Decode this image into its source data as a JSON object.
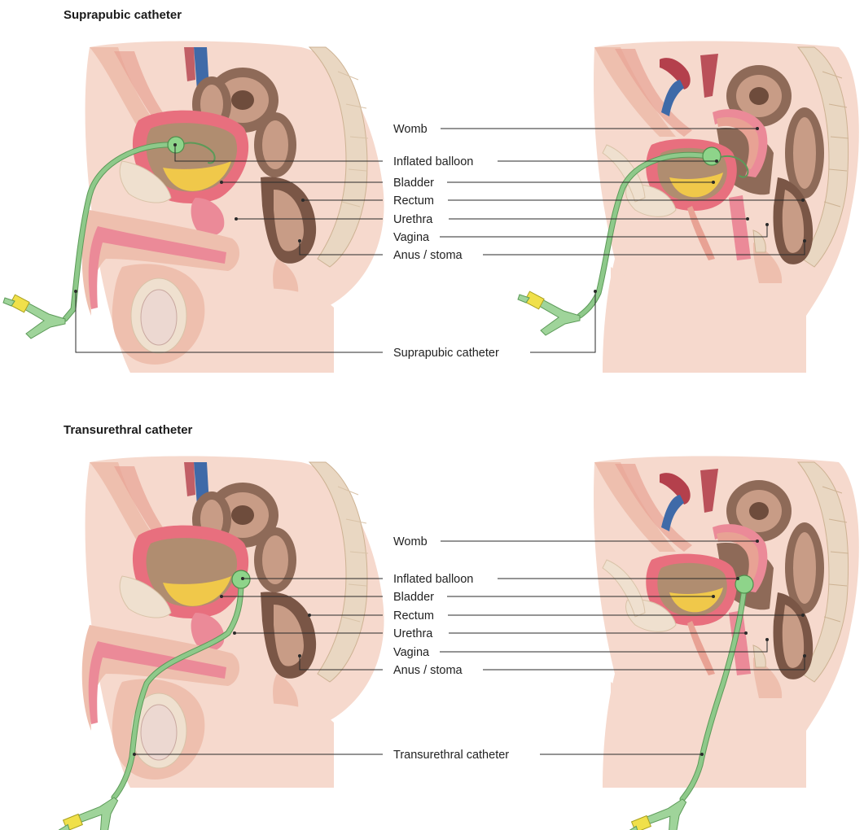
{
  "sections": [
    {
      "title": "Suprapubic catheter",
      "labels": {
        "womb": "Womb",
        "inflated_balloon": "Inflated balloon",
        "bladder": "Bladder",
        "rectum": "Rectum",
        "urethra": "Urethra",
        "vagina": "Vagina",
        "anus_stoma": "Anus / stoma",
        "catheter": "Suprapubic catheter"
      }
    },
    {
      "title": "Transurethral catheter",
      "labels": {
        "womb": "Womb",
        "inflated_balloon": "Inflated balloon",
        "bladder": "Bladder",
        "rectum": "Rectum",
        "urethra": "Urethra",
        "vagina": "Vagina",
        "anus_stoma": "Anus / stoma",
        "catheter": "Transurethral catheter"
      }
    }
  ],
  "colors": {
    "catheter": "#8ec98a",
    "bladder_wall": "#e86f7e",
    "urine": "#f0c84a",
    "skin": "#f6d9cd",
    "intestine": "#8e6a58",
    "connector_cap": "#f0e04a"
  }
}
